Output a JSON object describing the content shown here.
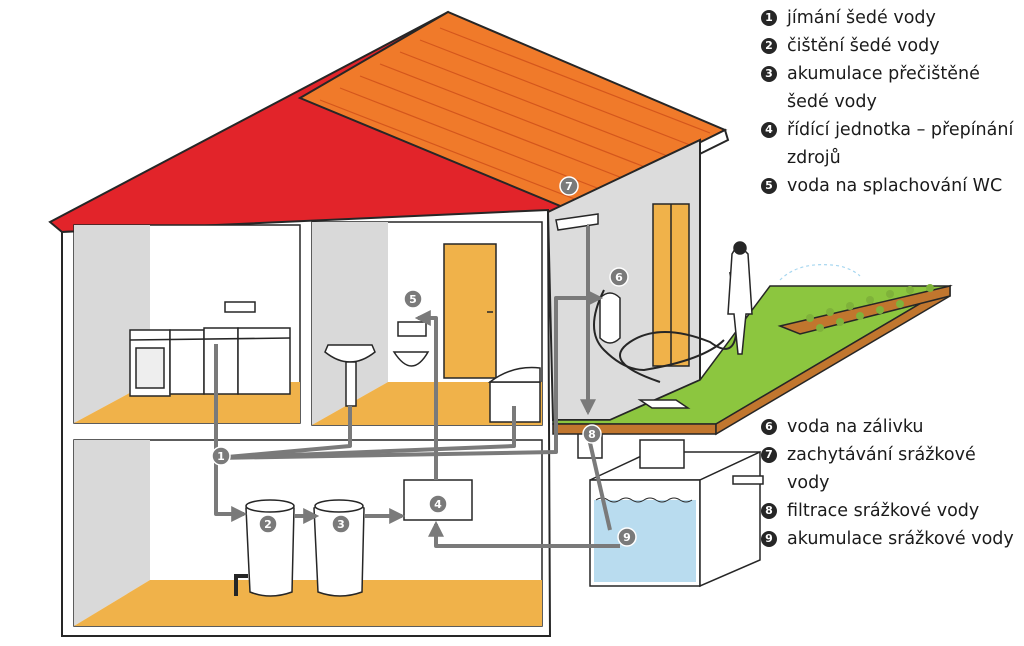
{
  "legend": [
    {
      "num": "1",
      "text": "jímání šedé vody"
    },
    {
      "num": "2",
      "text": "čištění šedé vody"
    },
    {
      "num": "3",
      "text": "akumulace přečištěné šedé vody"
    },
    {
      "num": "4",
      "text": "řídící jednotka – přepínání zdrojů"
    },
    {
      "num": "5",
      "text": "voda na splachování WC"
    },
    {
      "num": "6",
      "text": "voda na zálivku"
    },
    {
      "num": "7",
      "text": "zachytávání srážkové vody"
    },
    {
      "num": "8",
      "text": "filtrace srážkové vody"
    },
    {
      "num": "9",
      "text": "akumulace srážkové vody"
    }
  ],
  "badges": [
    "1",
    "2",
    "3",
    "4",
    "5",
    "6",
    "7",
    "8",
    "9"
  ],
  "colors": {
    "roof": "#f07a2a",
    "roof_gable": "#e2242a",
    "floor": "#f0b24a",
    "wall_shade": "#d9d9d9",
    "lawn": "#8cc63f",
    "soil": "#c1762e",
    "water": "#b9dcef",
    "pipe": "#7a7a7a",
    "outline": "#262626"
  }
}
